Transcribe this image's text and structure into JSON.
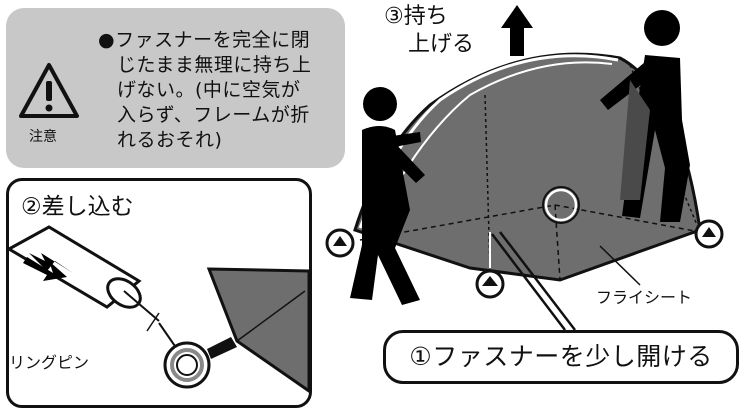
{
  "caution": {
    "word": "注意",
    "lines": [
      "●ファスナーを完全に閉",
      "じたまま無理に持ち上",
      "げない。(中に空気が",
      "入らず、フレームが折",
      "れるおそれ)"
    ]
  },
  "steps": {
    "step1": "①ファスナーを少し開ける",
    "step2": "②差し込む",
    "step3_line1": "③持ち",
    "step3_line2": "上げる"
  },
  "labels": {
    "fly_sheet": "フライシート",
    "ring_pin": "リングピン"
  },
  "icons": [
    "warning-triangle-icon",
    "up-arrow-icon",
    "right-arrow-icon"
  ],
  "colors": {
    "caution_bg": "#c8c8c8",
    "tent_gray": "#6e6e6e",
    "person_black": "#000000"
  }
}
